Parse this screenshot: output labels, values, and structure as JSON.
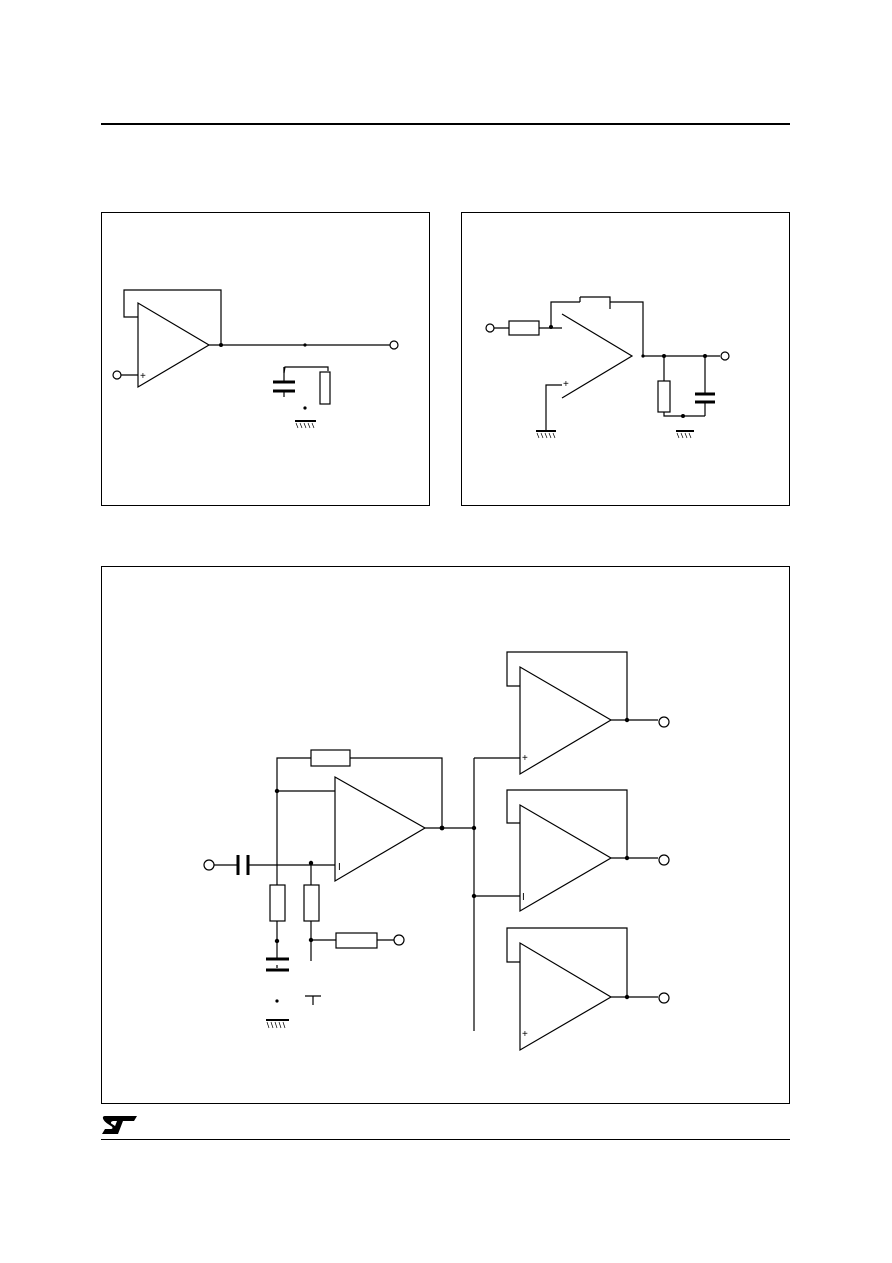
{
  "page": {
    "background": "#ffffff",
    "line_color": "#000000"
  },
  "logo": {
    "text": "ST",
    "icon": "st-logo-icon"
  },
  "figures": {
    "buffer_with_filter": {
      "components": [
        "op-amp-voltage-follower",
        "input-terminal",
        "output-terminal",
        "capacitor",
        "resistor",
        "ground"
      ],
      "pin_labels": [
        "+"
      ]
    },
    "inverting_stage": {
      "components": [
        "op-amp",
        "input-resistor",
        "feedback-resistor",
        "output-terminal",
        "resistor",
        "capacitor",
        "ground",
        "ground"
      ],
      "pin_labels": [
        "+"
      ]
    },
    "splitter": {
      "components": [
        "input-terminal",
        "input-capacitor",
        "op-amp",
        "feedback-resistor",
        "resistor",
        "resistor",
        "capacitor",
        "resistor",
        "ground",
        "op-amp-buffer",
        "op-amp-buffer",
        "op-amp-buffer",
        "output-terminal",
        "output-terminal",
        "output-terminal"
      ],
      "pin_labels": [
        "I",
        "+",
        "I",
        "+"
      ]
    }
  }
}
